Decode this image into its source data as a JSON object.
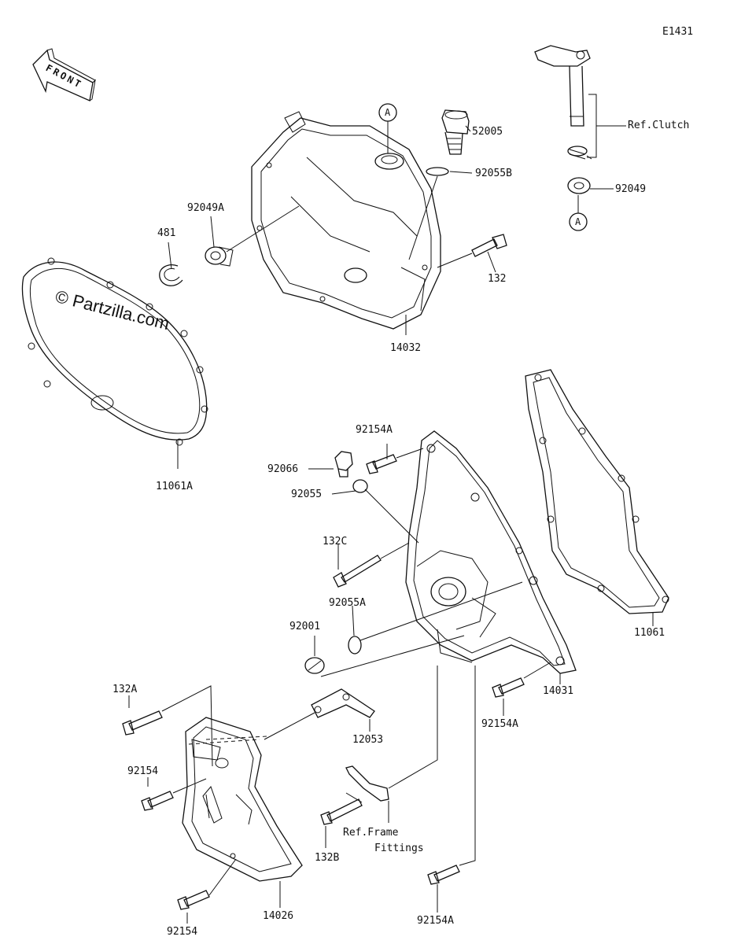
{
  "diagram": {
    "code": "E1431",
    "watermark": "© Partzilla.com",
    "front_label": "FRONT",
    "callout_letter": "A",
    "labels": {
      "p52005": "52005",
      "p92055B": "92055B",
      "ref_clutch": "Ref.Clutch",
      "p92049": "92049",
      "p92049A": "92049A",
      "p481": "481",
      "p132": "132",
      "p14032": "14032",
      "p11061A": "11061A",
      "p92154A_top": "92154A",
      "p92066": "92066",
      "p92055": "92055",
      "p132C": "132C",
      "p92055A": "92055A",
      "p92001": "92001",
      "p11061": "11061",
      "p14031": "14031",
      "p92154A_mid": "92154A",
      "p132A": "132A",
      "p12053": "12053",
      "p92154_mid": "92154",
      "ref_frame_1": "Ref.Frame",
      "ref_frame_2": "Fittings",
      "p132B": "132B",
      "p92154_bot": "92154",
      "p14026": "14026",
      "p92154A_bot": "92154A"
    }
  }
}
